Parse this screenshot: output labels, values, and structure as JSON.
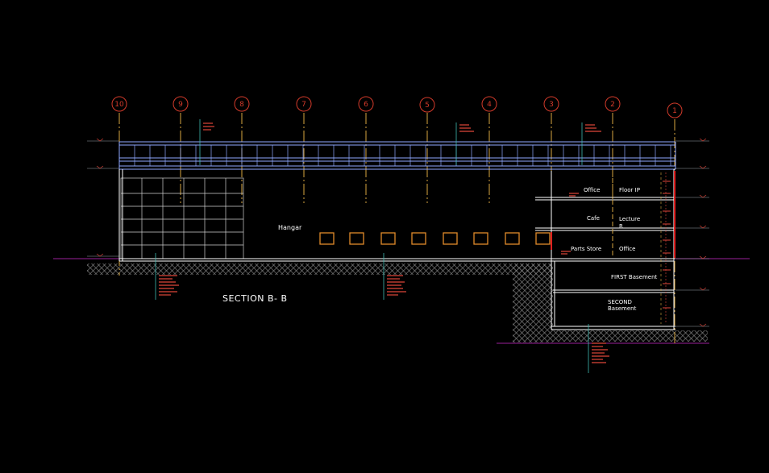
{
  "drawing": {
    "title": "SECTION B- B",
    "hangar_label": "Hangar",
    "grid_axes": [
      "10",
      "9",
      "8",
      "7",
      "6",
      "5",
      "4",
      "3",
      "2",
      "1"
    ],
    "rooms": [
      "Office",
      "Floor IP",
      "Cafe",
      "Lecture",
      "R",
      "Parts Store",
      "Office",
      "FIRST Basement",
      "SECOND",
      "Basement"
    ],
    "colors": {
      "background": "#000000",
      "grid_axis": "#d23a2a",
      "axis_line": "#d7a640",
      "structure": "#8fa8ff",
      "slab": "#ffffff",
      "openings": "#e08a2a",
      "ground": "#9a1f9a",
      "annotations": "#e0463a",
      "leaders": "#3fb8b0"
    }
  }
}
